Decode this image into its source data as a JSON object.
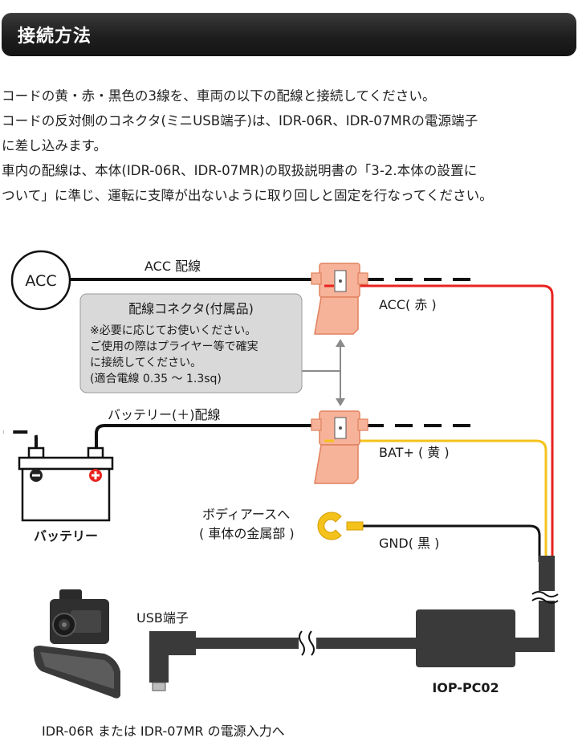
{
  "header": {
    "title": "接続方法"
  },
  "intro": {
    "lines": [
      "コードの黄・赤・黒色の3線を、車両の以下の配線と接続してください。",
      "コードの反対側のコネクタ(ミニUSB端子)は、IDR-06R、IDR-07MRの電源端子",
      "に差し込みます。",
      "車内の配線は、本体(IDR-06R、IDR-07MR)の取扱説明書の「3-2.本体の設置に",
      "ついて」に準じ、運転に支障が出ないように取り回しと固定を行なってください。"
    ]
  },
  "diagram": {
    "acc_circle": "ACC",
    "acc_wire_label": "ACC 配線",
    "acc_connector_label": "ACC( 赤 )",
    "connector_note": {
      "title": "配線コネクタ(付属品)",
      "lines": [
        "※必要に応じてお使いください。",
        "ご使用の際はプライヤー等で確実",
        "に接続してください。",
        "(適合電線 0.35 ～ 1.3sq)"
      ]
    },
    "battery_wire_label": "バッテリー(＋)配線",
    "bat_connector_label": "BAT+ ( 黄 )",
    "battery_label": "バッテリー",
    "body_earth_label_1": "ボディアースへ",
    "body_earth_label_2": "( 車体の金属部 )",
    "gnd_label": "GND( 黒 )",
    "usb_label": "USB端子",
    "module_label": "IOP-PC02",
    "bottom_caption": "IDR-06R または IDR-07MR の電源入力へ",
    "colors": {
      "red": "#e8231f",
      "yellow": "#f5c21b",
      "connector": "#f7b39a",
      "note_box": "#d9d9d9"
    }
  }
}
